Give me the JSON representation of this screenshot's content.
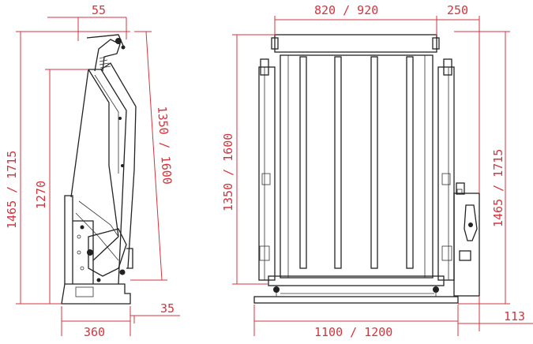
{
  "drawing": {
    "side_view": {
      "dim_top_offset": "55",
      "dim_total_height": "1465 / 1715",
      "dim_height_inner": "1270",
      "dim_diagonal": "1350 / 1600",
      "dim_base_depth": "360",
      "dim_base_offset": "35"
    },
    "front_view": {
      "dim_platform_width": "820 / 920",
      "dim_right_offset": "250",
      "dim_platform_height": "1350 / 1600",
      "dim_total_height": "1465 / 1715",
      "dim_total_width": "1100 / 1200",
      "dim_side_clearance": "113"
    },
    "colors": {
      "dimension": "#d4343d",
      "machine": "#222222",
      "background": "#ffffff"
    }
  }
}
